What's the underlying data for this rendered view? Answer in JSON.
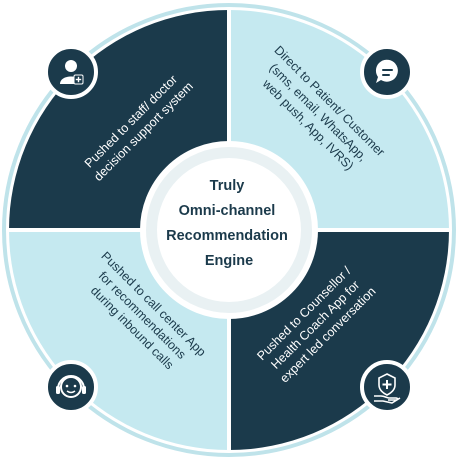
{
  "center": {
    "lines": [
      "Truly",
      "Omni-channel",
      "Recommendation",
      "Engine"
    ]
  },
  "quadrants": [
    {
      "id": "top-left",
      "icon": "doctor-icon",
      "lines": [
        "Pushed to staff/ doctor",
        "decision support system"
      ]
    },
    {
      "id": "top-right",
      "icon": "chat-bubble-icon",
      "lines": [
        "Direct to Patient/ Customer",
        "(sms, email, WhatsApp,",
        "web push, App, IVRS)"
      ]
    },
    {
      "id": "bottom-left",
      "icon": "headset-agent-icon",
      "lines": [
        "Pushed to call center App",
        "for recommendations",
        "during inbound calls"
      ]
    },
    {
      "id": "bottom-right",
      "icon": "health-shield-hand-icon",
      "lines": [
        "Pushed to Counsellor /",
        "Health Coach App for",
        "expert led conversation"
      ]
    }
  ],
  "colors": {
    "dark": "#1b3a4b",
    "light": "#c5e9f0",
    "outer_ring": "#bfe3ea",
    "white": "#ffffff",
    "center_text": "#1b3a4b"
  }
}
